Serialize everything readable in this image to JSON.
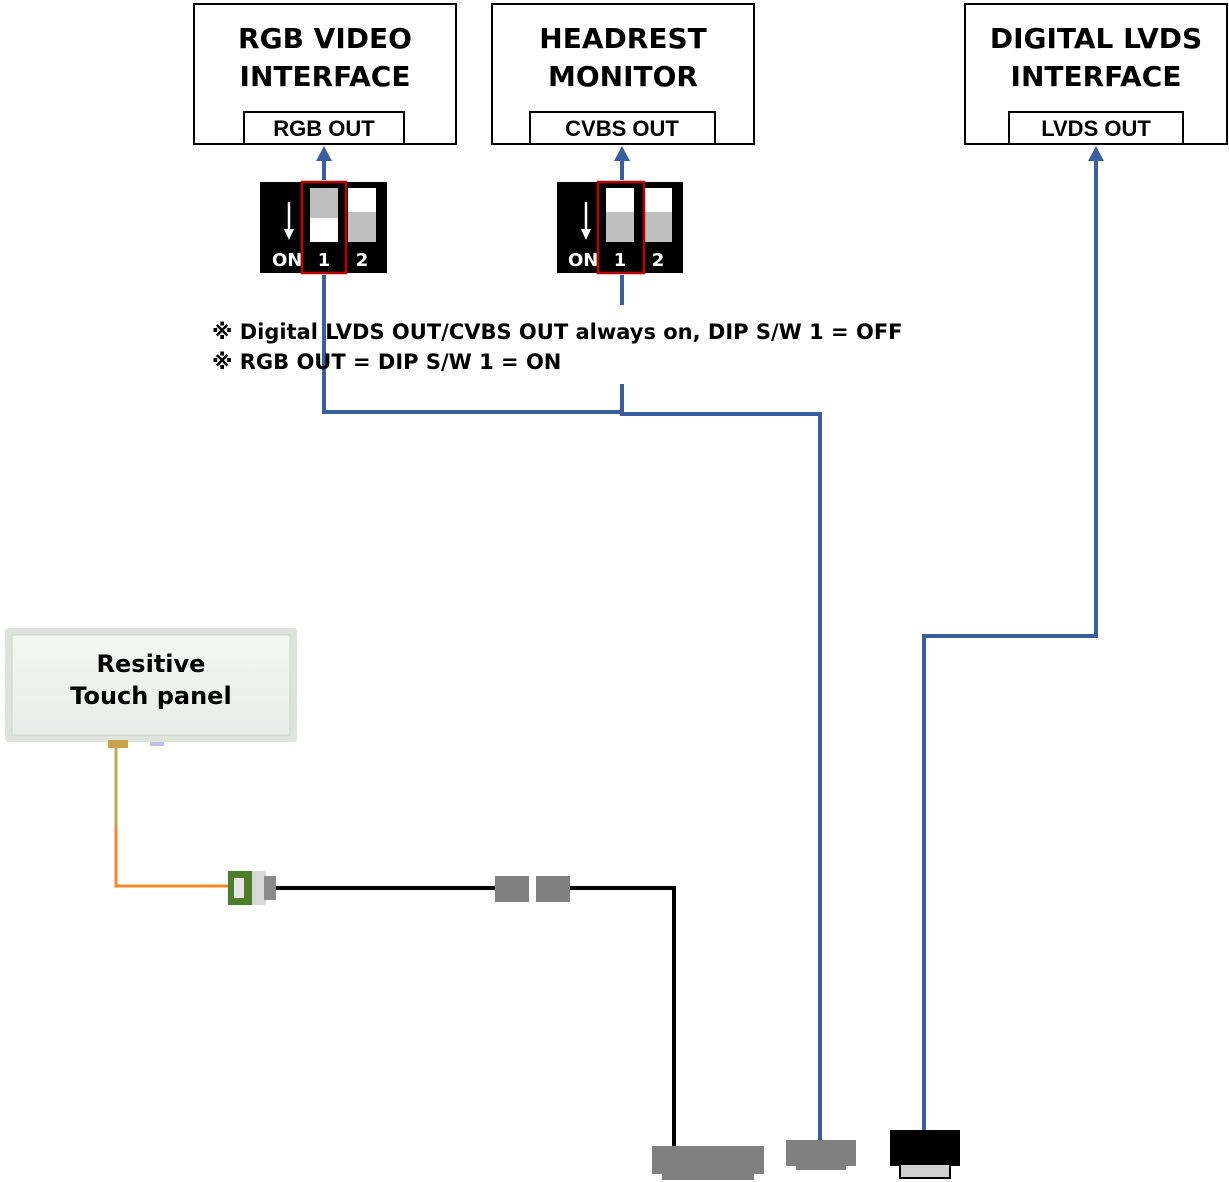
{
  "interfaces": {
    "rgb": {
      "title_line1": "RGB VIDEO",
      "title_line2": "INTERFACE",
      "port": "RGB OUT"
    },
    "headrest": {
      "title_line1": "HEADREST",
      "title_line2": "MONITOR",
      "port": "CVBS OUT"
    },
    "lvds": {
      "title_line1": "DIGITAL LVDS",
      "title_line2": "INTERFACE",
      "port": "LVDS OUT"
    }
  },
  "dip_switches": {
    "on_label": "ON",
    "switch_1": "1",
    "switch_2": "2",
    "rgb_switch1_state": "ON",
    "cvbs_switch1_state": "OFF"
  },
  "notes": {
    "line1": "※ Digital LVDS OUT/CVBS OUT always on, DIP S/W 1 = OFF",
    "line2": "※ RGB OUT = DIP S/W 1 = ON"
  },
  "touch_panel": {
    "line1": "Resitive",
    "line2": "Touch panel"
  },
  "colors": {
    "signal_line": "#3a5fa0",
    "cable_black": "#000000",
    "touch_flex": "#f08a2c",
    "connector_gray": "#808080",
    "switch_highlight": "#c00000",
    "connector_green": "#4e7d2c"
  }
}
